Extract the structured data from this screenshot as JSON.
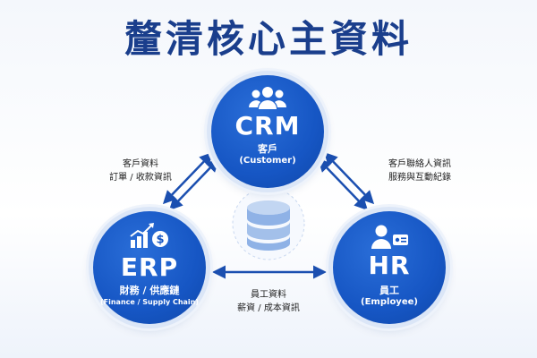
{
  "title": "釐清核心主資料",
  "nodes": {
    "crm": {
      "name": "CRM",
      "sub": "客戶",
      "en": "(Customer)",
      "icon": "users-group-icon"
    },
    "erp": {
      "name": "ERP",
      "sub": "財務 / 供應鏈",
      "en": "(Finance / Supply Chain)",
      "icon": "bar-chart-dollar-icon"
    },
    "hr": {
      "name": "HR",
      "sub": "員工",
      "en": "(Employee)",
      "icon": "employee-id-icon"
    }
  },
  "edges": {
    "crm_erp": {
      "line1": "客戶資料",
      "line2": "訂單 / 收款資訊"
    },
    "crm_hr": {
      "line1": "客戶聯絡人資訊",
      "line2": "服務與互動紀錄"
    },
    "erp_hr": {
      "line1": "員工資料",
      "line2": "薪資 / 成本資訊"
    }
  },
  "center": {
    "icon": "database-icon"
  },
  "colors": {
    "primary": "#1656c4",
    "title": "#1a3e8c",
    "arrow": "#1b4fb0",
    "db_light": "#8fb2e6"
  }
}
